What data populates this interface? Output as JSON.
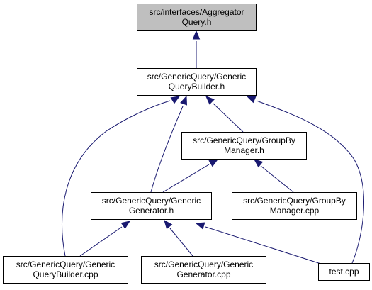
{
  "diagram": {
    "nodes": [
      {
        "id": "aggregator_query_h",
        "lines": [
          "src/interfaces/Aggregator",
          "Query.h"
        ],
        "highlighted": true
      },
      {
        "id": "generic_query_builder_h",
        "lines": [
          "src/GenericQuery/Generic",
          "QueryBuilder.h"
        ],
        "highlighted": false
      },
      {
        "id": "group_by_manager_h",
        "lines": [
          "src/GenericQuery/GroupBy",
          "Manager.h"
        ],
        "highlighted": false
      },
      {
        "id": "generic_generator_h",
        "lines": [
          "src/GenericQuery/Generic",
          "Generator.h"
        ],
        "highlighted": false
      },
      {
        "id": "group_by_manager_cpp",
        "lines": [
          "src/GenericQuery/GroupBy",
          "Manager.cpp"
        ],
        "highlighted": false
      },
      {
        "id": "generic_query_builder_cpp",
        "lines": [
          "src/GenericQuery/Generic",
          "QueryBuilder.cpp"
        ],
        "highlighted": false
      },
      {
        "id": "generic_generator_cpp",
        "lines": [
          "src/GenericQuery/Generic",
          "Generator.cpp"
        ],
        "highlighted": false
      },
      {
        "id": "test_cpp",
        "lines": [
          "test.cpp"
        ],
        "highlighted": false
      }
    ],
    "edges": [
      {
        "from": "generic_query_builder_h",
        "to": "aggregator_query_h"
      },
      {
        "from": "group_by_manager_h",
        "to": "generic_query_builder_h"
      },
      {
        "from": "generic_generator_h",
        "to": "generic_query_builder_h"
      },
      {
        "from": "generic_query_builder_cpp",
        "to": "generic_query_builder_h"
      },
      {
        "from": "test_cpp",
        "to": "generic_query_builder_h"
      },
      {
        "from": "generic_generator_h",
        "to": "group_by_manager_h"
      },
      {
        "from": "group_by_manager_cpp",
        "to": "group_by_manager_h"
      },
      {
        "from": "generic_query_builder_cpp",
        "to": "generic_generator_h"
      },
      {
        "from": "generic_generator_cpp",
        "to": "generic_generator_h"
      },
      {
        "from": "test_cpp",
        "to": "generic_generator_h"
      }
    ],
    "colors": {
      "highlight_fill": "#bfbfbf",
      "node_fill": "#ffffff",
      "node_border": "#000000",
      "edge": "#191970"
    }
  }
}
